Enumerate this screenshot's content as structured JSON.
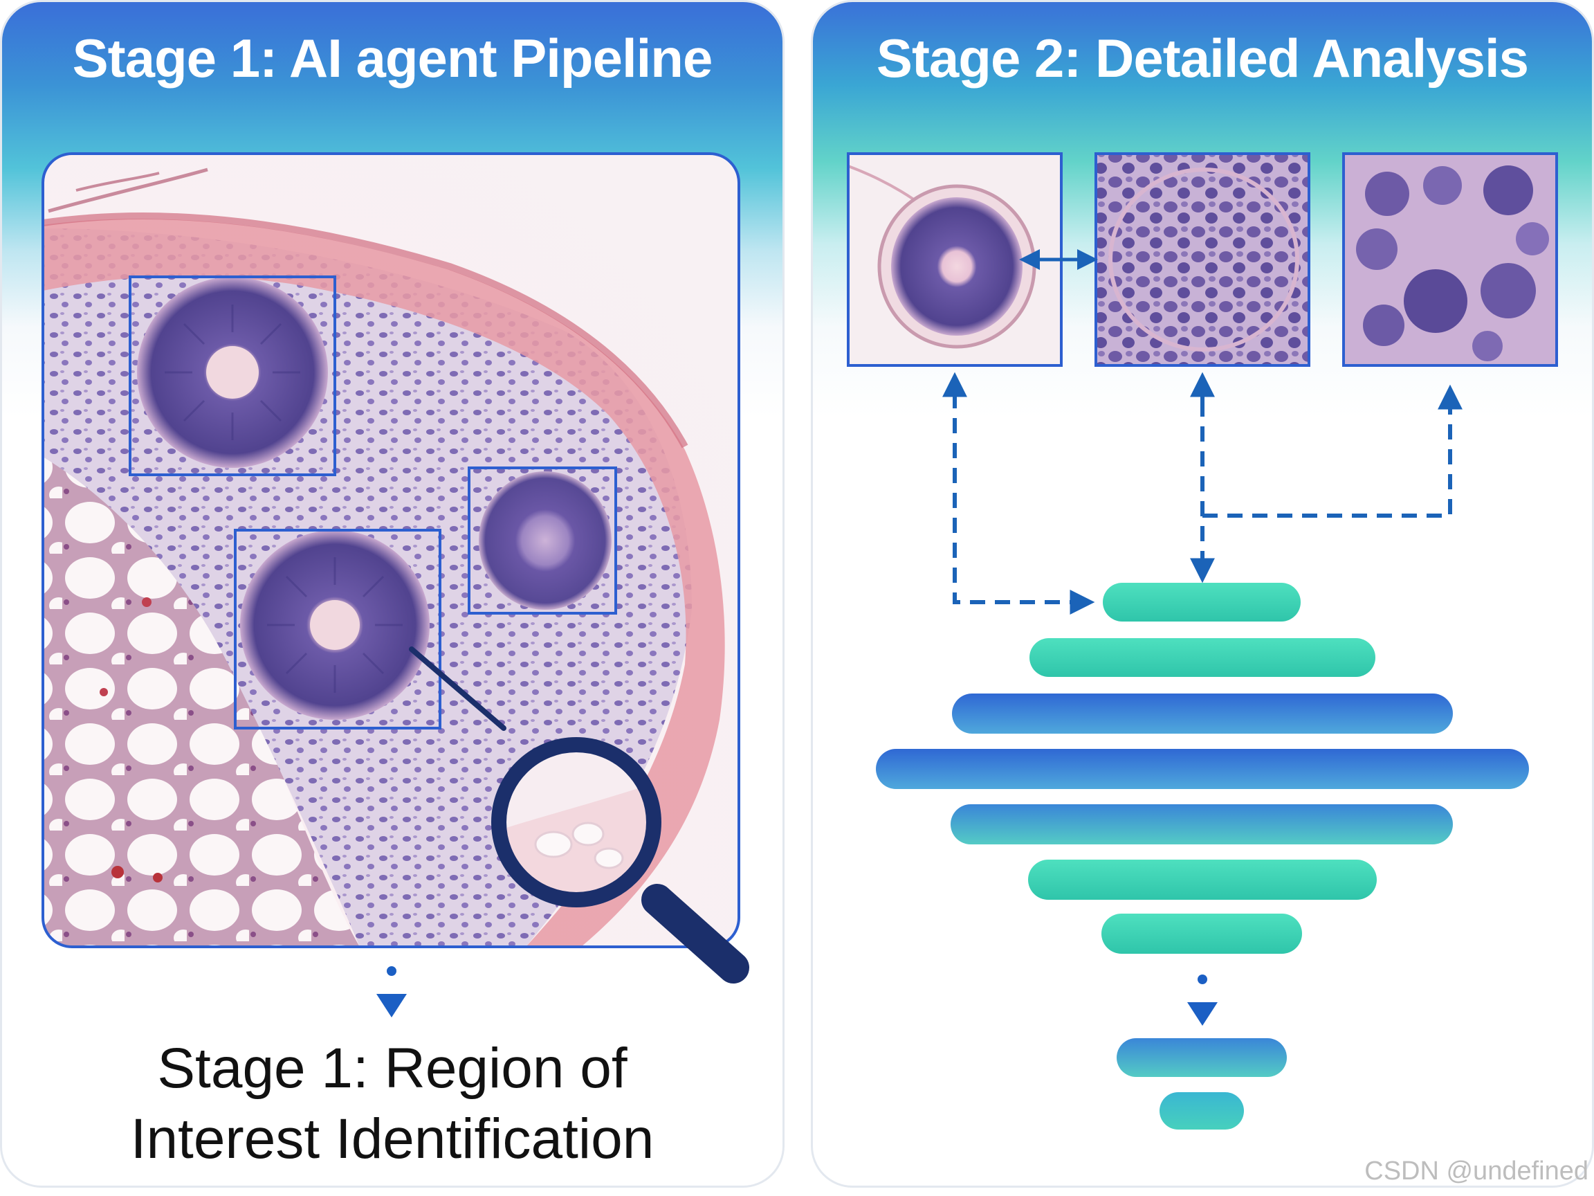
{
  "stage1": {
    "title": "Stage 1: AI agent Pipeline",
    "caption_line1": "Stage 1: Region of",
    "caption_line2": "Interest Identification"
  },
  "stage2": {
    "title": "Stage 2: Detailed Analysis"
  },
  "watermark": "CSDN @undefined",
  "colors": {
    "title_gradient_top": "#3a6fd8",
    "title_gradient_mid": "#52c3d9",
    "roi_box": "#2d5fd0",
    "magnifier": "#1b2f6b",
    "arrow": "#1b63b8",
    "bar_teal": "#3fd9b7",
    "bar_blue": "#3b73d8",
    "tissue_pink": "#e28a98",
    "nuclei_purple": "#5a4a9a"
  },
  "icons": [
    "magnifier-icon",
    "down-arrow-icon",
    "bidirectional-arrow-icon",
    "dashed-arrow-icon"
  ]
}
